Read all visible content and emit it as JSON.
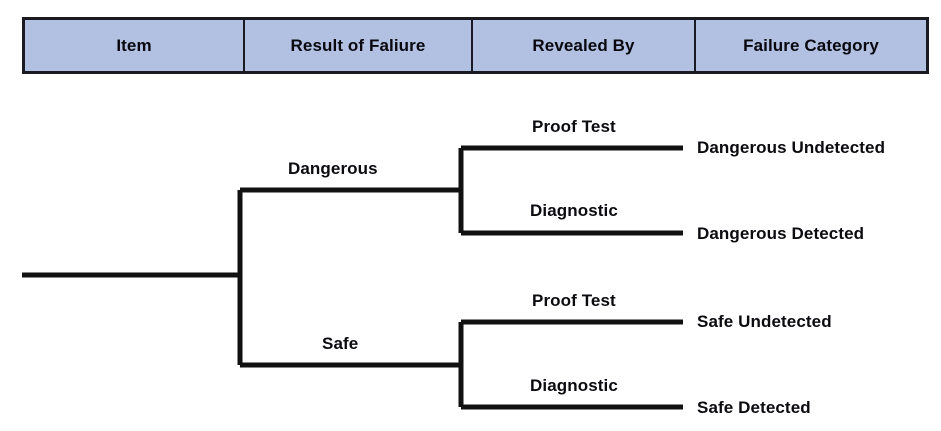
{
  "table": {
    "headers": [
      {
        "key": "item",
        "label": "Item"
      },
      {
        "key": "result",
        "label": "Result of Faliure"
      },
      {
        "key": "revealed",
        "label": "Revealed By"
      },
      {
        "key": "category",
        "label": "Failure Category"
      }
    ]
  },
  "tree": {
    "root": {
      "label": ""
    },
    "level1": [
      {
        "label": "Dangerous"
      },
      {
        "label": "Safe"
      }
    ],
    "level2": [
      {
        "label": "Proof Test"
      },
      {
        "label": "Diagnostic"
      },
      {
        "label": "Proof Test"
      },
      {
        "label": "Diagnostic"
      }
    ],
    "leaves": [
      {
        "label": "Dangerous Undetected"
      },
      {
        "label": "Dangerous Detected"
      },
      {
        "label": "Safe Undetected"
      },
      {
        "label": "Safe Detected"
      }
    ]
  },
  "colors": {
    "header_fill": "#b2c0e2",
    "header_border": "#1a1a23",
    "line": "#111111",
    "text": "#0b0b10",
    "background": "#ffffff"
  }
}
